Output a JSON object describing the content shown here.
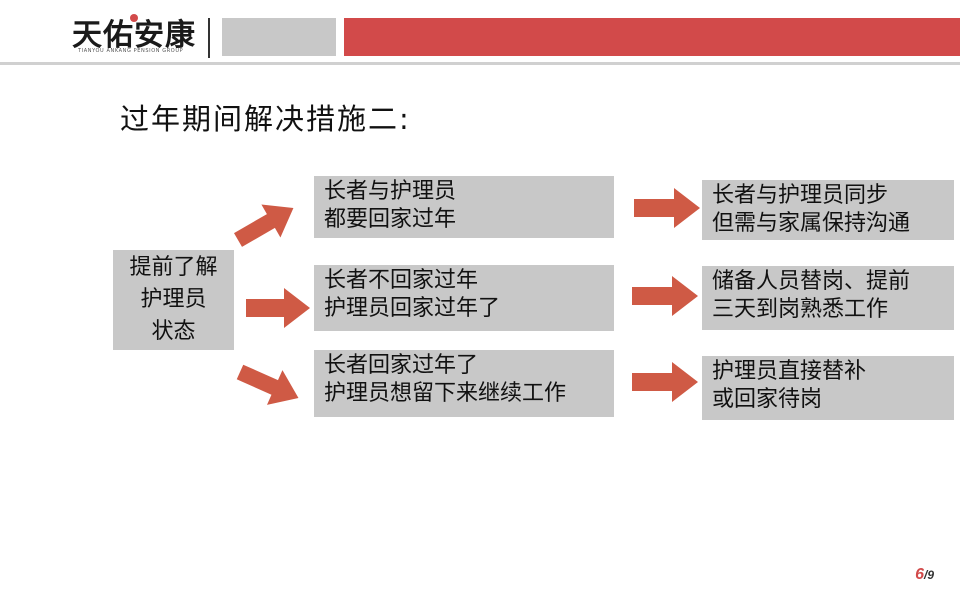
{
  "header": {
    "logo_text": "天佑安康",
    "logo_subtitle": "TIANYOU ANKANG PENSION GROUP",
    "accent_color": "#d24a4a",
    "gray_color": "#c8c8c8"
  },
  "slide": {
    "title": "过年期间解决措施二:",
    "source": {
      "lines": [
        "提前了解",
        "护理员",
        "状态"
      ]
    },
    "scenarios": [
      {
        "lines": [
          "长者与护理员",
          "都要回家过年"
        ]
      },
      {
        "lines": [
          "长者不回家过年",
          "护理员回家过年了"
        ]
      },
      {
        "lines": [
          "长者回家过年了",
          "护理员想留下来继续工作"
        ]
      }
    ],
    "solutions": [
      {
        "lines": [
          "长者与护理员同步",
          "但需与家属保持沟通"
        ]
      },
      {
        "lines": [
          "储备人员替岗、提前",
          "三天到岗熟悉工作"
        ]
      },
      {
        "lines": [
          "护理员直接替补",
          "或回家待岗"
        ]
      }
    ],
    "arrow_color": "#cf5a45"
  },
  "page": {
    "current": "6",
    "total": "/9"
  }
}
